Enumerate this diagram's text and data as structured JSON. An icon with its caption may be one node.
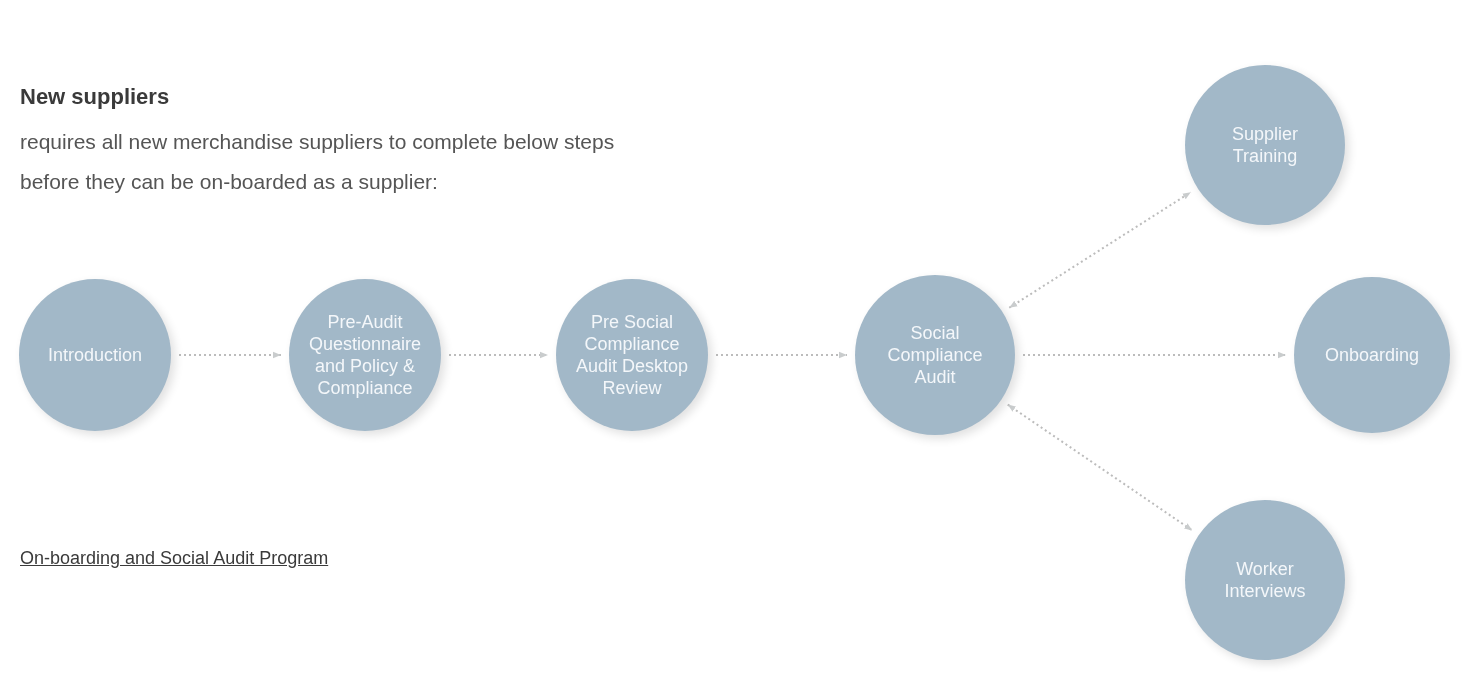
{
  "diagram": {
    "title": "New suppliers",
    "nodes": [
      {
        "text": [
          "Introduction"
        ]
      },
      {
        "text": [
          "Pre-Audit Questionnaire and Policy & Compliance"
        ]
      },
      {
        "text": [
          "Pre Social Compliance Audit Desktop Review"
        ]
      },
      {
        "text": [
          "Social Compliance Audit"
        ]
      },
      {
        "text": [
          "Supplier Training"
        ]
      },
      {
        "text": [
          "Onboarding"
        ]
      },
      {
        "text": [
          "Worker Interviews"
        ]
      }
    ],
    "edges": [
      {
        "from": 0,
        "to": 1,
        "arrow": "to"
      },
      {
        "from": 1,
        "to": 2,
        "arrow": "to"
      },
      {
        "from": 2,
        "to": 3,
        "arrow": "to"
      },
      {
        "from": 3,
        "to": 4,
        "arrow": "both"
      },
      {
        "from": 3,
        "to": 5,
        "arrow": "to"
      },
      {
        "from": 3,
        "to": 6,
        "arrow": "both"
      }
    ],
    "labels": [
      "requires all new merchandise suppliers to complete below steps before they can be on-boarded as a supplier:",
      "On-boarding and Social Audit Program"
    ]
  }
}
